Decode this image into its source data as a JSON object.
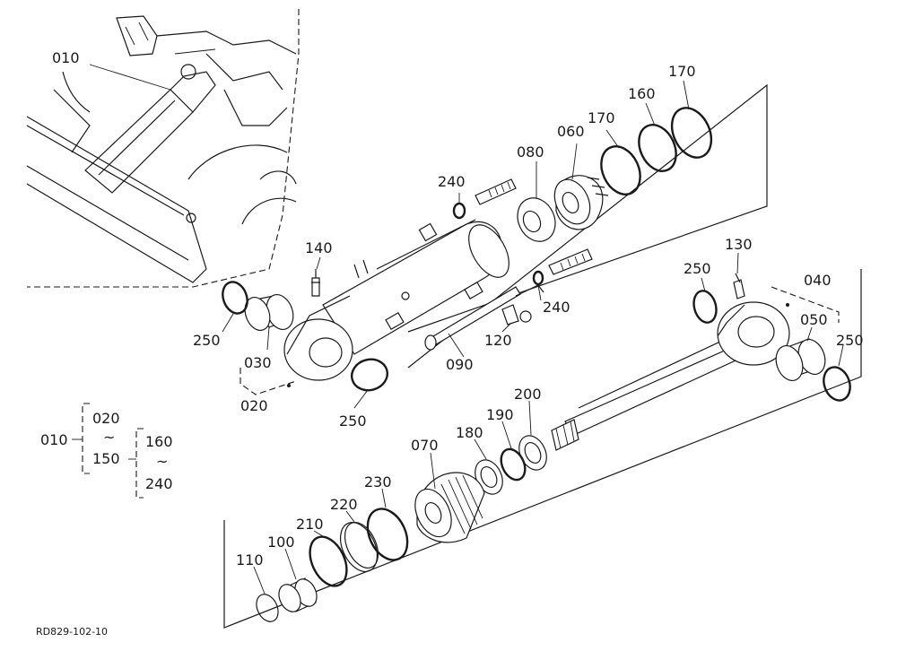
{
  "diagram_code": "RD829-102-10",
  "callouts": [
    {
      "id": "c010",
      "text": "010"
    },
    {
      "id": "c240a",
      "text": "240"
    },
    {
      "id": "c080",
      "text": "080"
    },
    {
      "id": "c060",
      "text": "060"
    },
    {
      "id": "c170a",
      "text": "170"
    },
    {
      "id": "c160",
      "text": "160"
    },
    {
      "id": "c170b",
      "text": "170"
    },
    {
      "id": "c140",
      "text": "140"
    },
    {
      "id": "c250a",
      "text": "250"
    },
    {
      "id": "c030",
      "text": "030"
    },
    {
      "id": "c020",
      "text": "020"
    },
    {
      "id": "c250b",
      "text": "250"
    },
    {
      "id": "c090",
      "text": "090"
    },
    {
      "id": "c120",
      "text": "120"
    },
    {
      "id": "c240b",
      "text": "240"
    },
    {
      "id": "c130",
      "text": "130"
    },
    {
      "id": "c250c",
      "text": "250"
    },
    {
      "id": "c040",
      "text": "040"
    },
    {
      "id": "c050",
      "text": "050"
    },
    {
      "id": "c250d",
      "text": "250"
    },
    {
      "id": "c200",
      "text": "200"
    },
    {
      "id": "c190",
      "text": "190"
    },
    {
      "id": "c180",
      "text": "180"
    },
    {
      "id": "c070",
      "text": "070"
    },
    {
      "id": "c230",
      "text": "230"
    },
    {
      "id": "c220",
      "text": "220"
    },
    {
      "id": "c210",
      "text": "210"
    },
    {
      "id": "c100",
      "text": "100"
    },
    {
      "id": "c110",
      "text": "110"
    }
  ],
  "legend": {
    "root": "010",
    "group1_top": "020",
    "group1_tilde": "~",
    "group1_bottom": "150",
    "group2_top": "160",
    "group2_tilde": "~",
    "group2_bottom": "240"
  }
}
